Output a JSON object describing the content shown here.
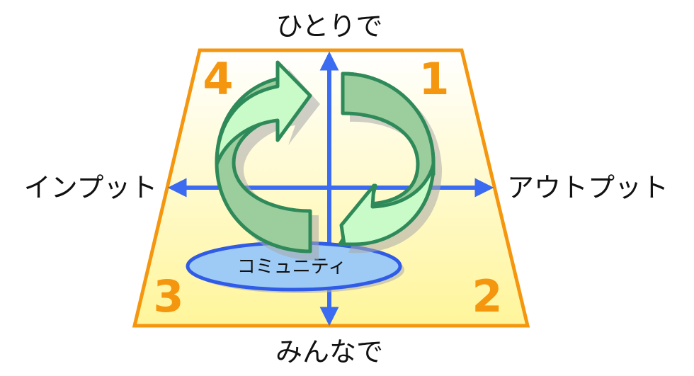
{
  "axes": {
    "top": "ひとりで",
    "bottom": "みんなで",
    "left": "インプット",
    "right": "アウトプット"
  },
  "quadrants": [
    "1",
    "2",
    "3",
    "4"
  ],
  "community": "コミュニティ",
  "colors": {
    "trapezoid_stroke": "#f5960f",
    "trapezoid_fill_top": "#ffffff",
    "trapezoid_fill_bottom": "#fff59a",
    "axis": "#3a6bf0",
    "quadrant_number": "#f5960f",
    "arrow_stroke": "#2f8a5a",
    "arrow_fill_light": "#c9fbc9",
    "arrow_fill_dark": "#9ccd9c",
    "ellipse_fill": "#9dcbf6",
    "ellipse_stroke": "#2f5be6"
  },
  "icons": [
    "circular-arrows-icon"
  ]
}
